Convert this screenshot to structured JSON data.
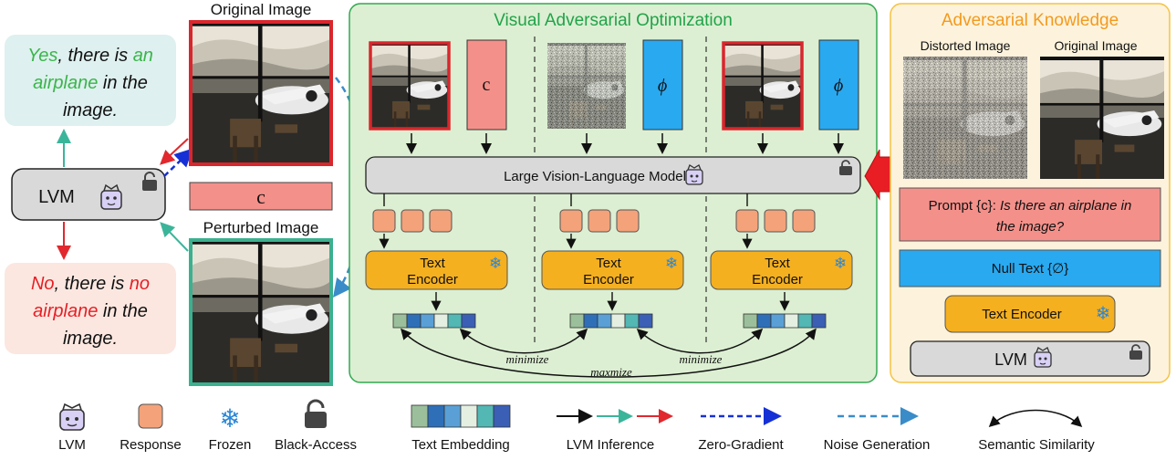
{
  "left": {
    "original_image_title": "Original Image",
    "perturbed_image_title": "Perturbed Image",
    "lvm_label": "LVM",
    "prompt_label": "c",
    "yes_response": {
      "w1": "Yes",
      "w2": ", there is ",
      "w3": "an",
      "w4": "airplane",
      "w5": " in the",
      "w6": "image."
    },
    "no_response": {
      "w1": "No",
      "w2": ", there is ",
      "w3": "no",
      "w4": "airplane",
      "w5": " in the",
      "w6": "image."
    }
  },
  "middle": {
    "title": "Visual Adversarial Optimization",
    "c_label": "c",
    "phi_label": "ϕ",
    "model_label": "Large Vision-Language Model",
    "text_encoder_line1": "Text",
    "text_encoder_line2": "Encoder",
    "minimize_label": "minimize",
    "maximize_label": "maxmize"
  },
  "right": {
    "title": "Adversarial Knowledge",
    "distorted_label": "Distorted Image",
    "original_label": "Original Image",
    "prompt_line1": "Prompt {c}: Is there an airplane in",
    "prompt_line1_a": "Prompt {c}: ",
    "prompt_line1_b": "Is there an airplane in",
    "prompt_line2": "the image?",
    "null_text": "Null Text {∅}",
    "text_encoder": "Text Encoder",
    "lvm_label": "LVM"
  },
  "legend": {
    "lvm": "LVM",
    "response": "Response",
    "frozen": "Frozen",
    "black_access": "Black-Access",
    "text_embedding": "Text Embedding",
    "lvm_inference": "LVM Inference",
    "zero_gradient": "Zero-Gradient",
    "noise_generation": "Noise Generation",
    "semantic_similarity": "Semantic Similarity"
  },
  "colors": {
    "green_panel": "#dcefd2",
    "green_border": "#33a852",
    "yellow_panel": "#fdf3dc",
    "yellow_border": "#f5c244",
    "title_green": "#22a34a",
    "title_orange": "#f39a1e",
    "prompt_pink": "#f4908a",
    "null_blue": "#29a9f0",
    "encoder_orange": "#f5b020",
    "response_orange": "#f4a27a",
    "gray_box": "#d9d9d9",
    "red_frame": "#d9262c",
    "teal_frame": "#3bb08f",
    "arrow_red": "#e0282e",
    "arrow_teal": "#3bb59a",
    "arrow_blue_dash": "#1531d6",
    "arrow_lightblue_dash": "#3a8cc9",
    "yes_green": "#3ab54a",
    "no_red": "#e81e24"
  },
  "embedding_colors": [
    "#9bbf9a",
    "#2e6fb8",
    "#5aa0d6",
    "#e4efe2",
    "#53b7b4",
    "#3a5fb5"
  ]
}
